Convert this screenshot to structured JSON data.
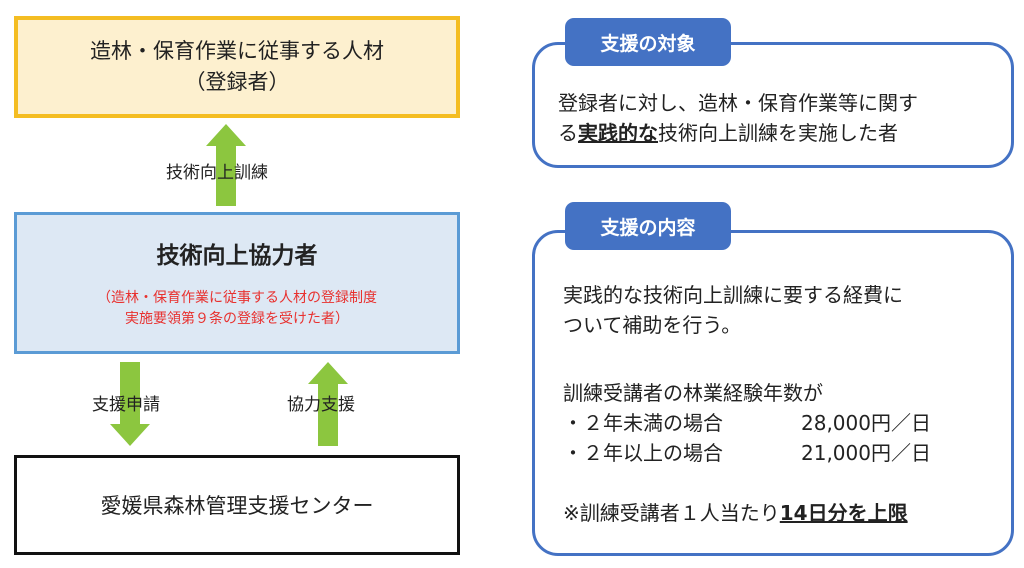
{
  "top_box": {
    "line1": "造林・保育作業に従事する人材",
    "line2": "（登録者）"
  },
  "arrow_up_label": "技術向上訓練",
  "mid_box": {
    "title": "技術向上協力者",
    "note_line1": "（造林・保育作業に従事する人材の登録制度",
    "note_line2": "実施要領第９条の登録を受けた者）"
  },
  "arrow_left_label": "支援申請",
  "arrow_right_label": "協力支援",
  "bottom_box": {
    "text": "愛媛県森林管理支援センター"
  },
  "panel1": {
    "tag": "支援の対象",
    "line1": "登録者に対し、造林・保育作業等に関す",
    "line2_pre": "る",
    "line2_bold": "実践的な",
    "line2_post": "技術向上訓練を実施した者"
  },
  "panel2": {
    "tag": "支援の内容",
    "line1": "実践的な技術向上訓練に要する経費に",
    "line2": "ついて補助を行う。",
    "line3": "訓練受講者の林業経験年数が",
    "row1_label": "・２年未満の場合",
    "row1_value": "28,000円／日",
    "row2_label": "・２年以上の場合",
    "row2_value": "21,000円／日",
    "note_pre": "※訓練受講者１人当たり",
    "note_bold": "14日分を上限"
  },
  "colors": {
    "arrow": "#8cc63f",
    "accent_blue": "#4472c4",
    "top_fill": "#fdf0cf",
    "top_border": "#f4bd22",
    "mid_fill": "#dde8f4",
    "mid_border": "#5b9bd5",
    "note_red": "#e8312f"
  }
}
